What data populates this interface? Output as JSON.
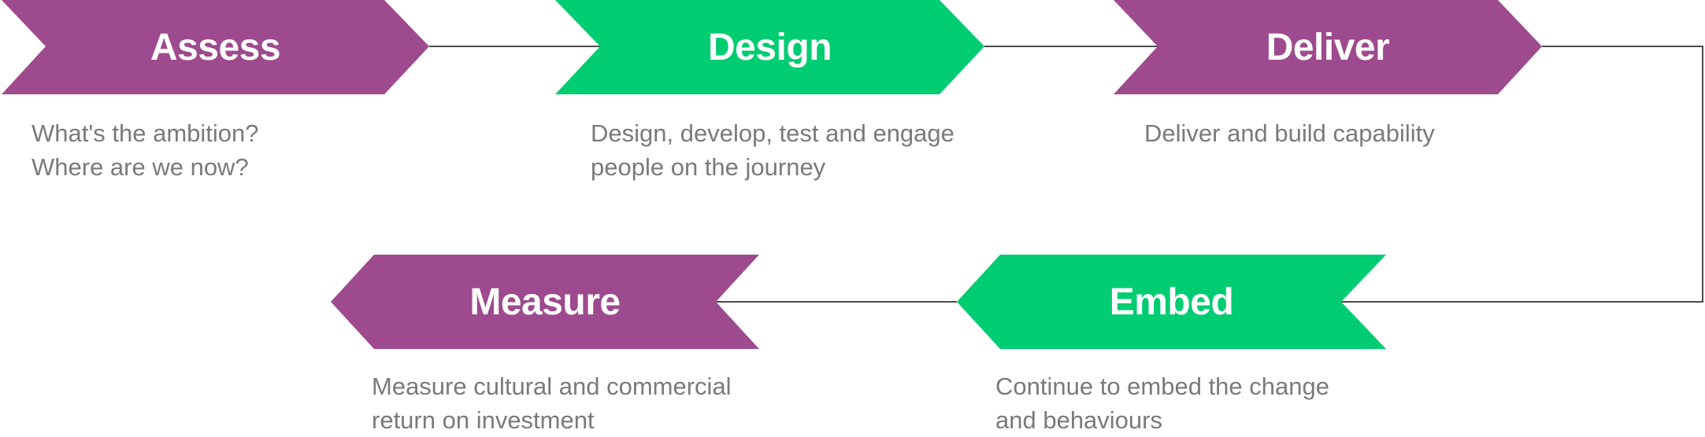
{
  "colors": {
    "purple": "#9e4a8e",
    "green": "#00cc72",
    "connector": "#4a4a4a",
    "text_gray": "#7a7a7a"
  },
  "steps": [
    {
      "label": "Assess",
      "color": "purple",
      "direction": "right",
      "description": [
        "What's the ambition?",
        "Where are we now?"
      ]
    },
    {
      "label": "Design",
      "color": "green",
      "direction": "right",
      "description": [
        "Design, develop, test and engage",
        "people on the journey"
      ]
    },
    {
      "label": "Deliver",
      "color": "purple",
      "direction": "right",
      "description": [
        "Deliver and build capability"
      ]
    },
    {
      "label": "Embed",
      "color": "green",
      "direction": "left",
      "description": [
        "Continue to embed the change",
        "and behaviours"
      ]
    },
    {
      "label": "Measure",
      "color": "purple",
      "direction": "left",
      "description": [
        "Measure cultural and commercial",
        "return on investment"
      ]
    }
  ]
}
